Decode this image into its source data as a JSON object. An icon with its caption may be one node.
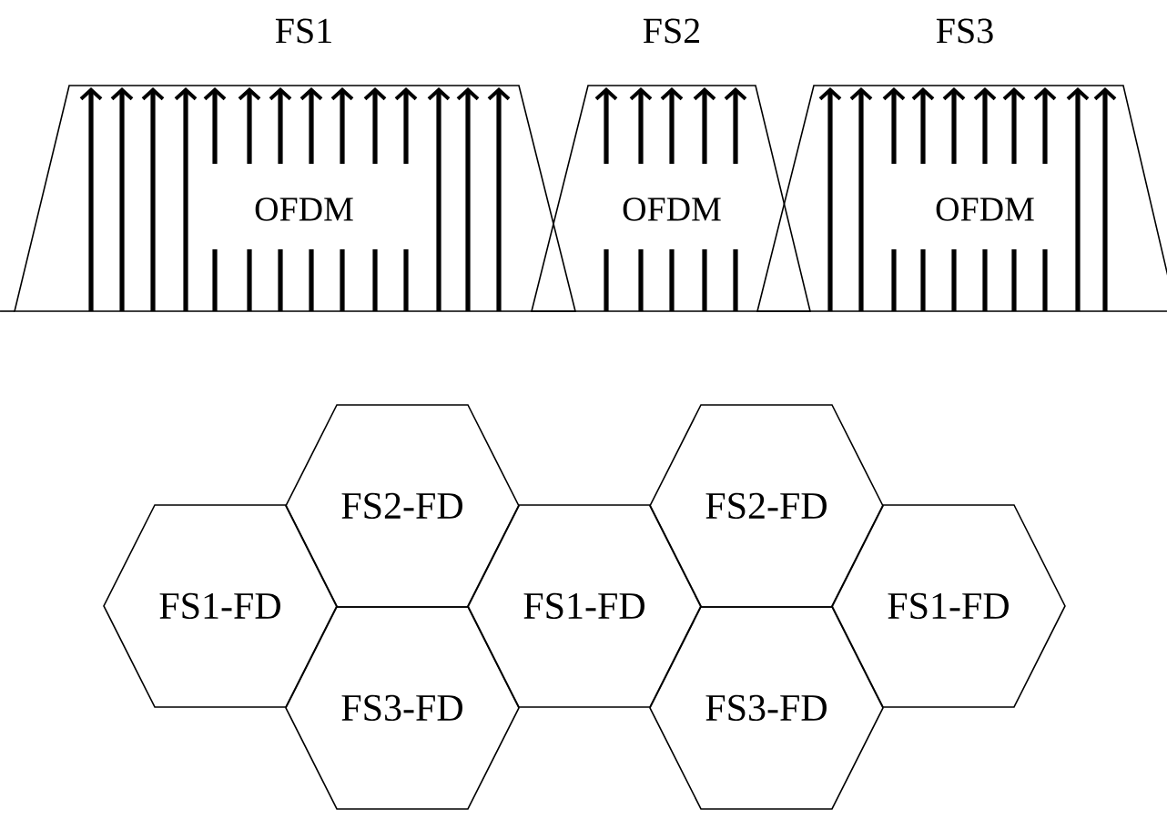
{
  "diagram": {
    "nodes": [
      {
        "text": [
          "FS1",
          "OFDM"
        ]
      },
      {
        "text": [
          "FS2",
          "OFDM"
        ]
      },
      {
        "text": [
          "FS3",
          "OFDM"
        ]
      },
      {
        "text": [
          "FS1-FD"
        ]
      },
      {
        "text": [
          "FS2-FD"
        ]
      },
      {
        "text": [
          "FS3-FD"
        ]
      },
      {
        "text": [
          "FS1-FD"
        ]
      },
      {
        "text": [
          "FS2-FD"
        ]
      },
      {
        "text": [
          "FS3-FD"
        ]
      },
      {
        "text": [
          "FS1-FD"
        ]
      }
    ]
  }
}
